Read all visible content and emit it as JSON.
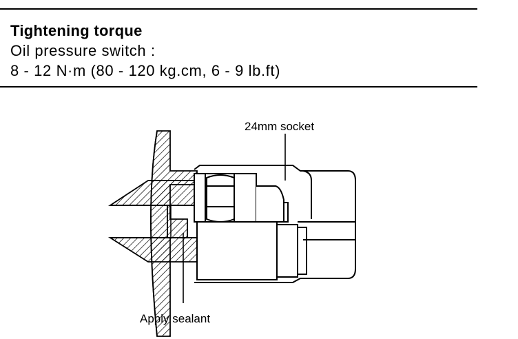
{
  "spec": {
    "title": "Tightening torque",
    "item": "Oil pressure switch :",
    "value": "8 - 12 N·m (80 - 120 kg.cm, 6 - 9 lb.ft)"
  },
  "labels": {
    "socket": "24mm socket",
    "sealant": "Apply sealant"
  }
}
